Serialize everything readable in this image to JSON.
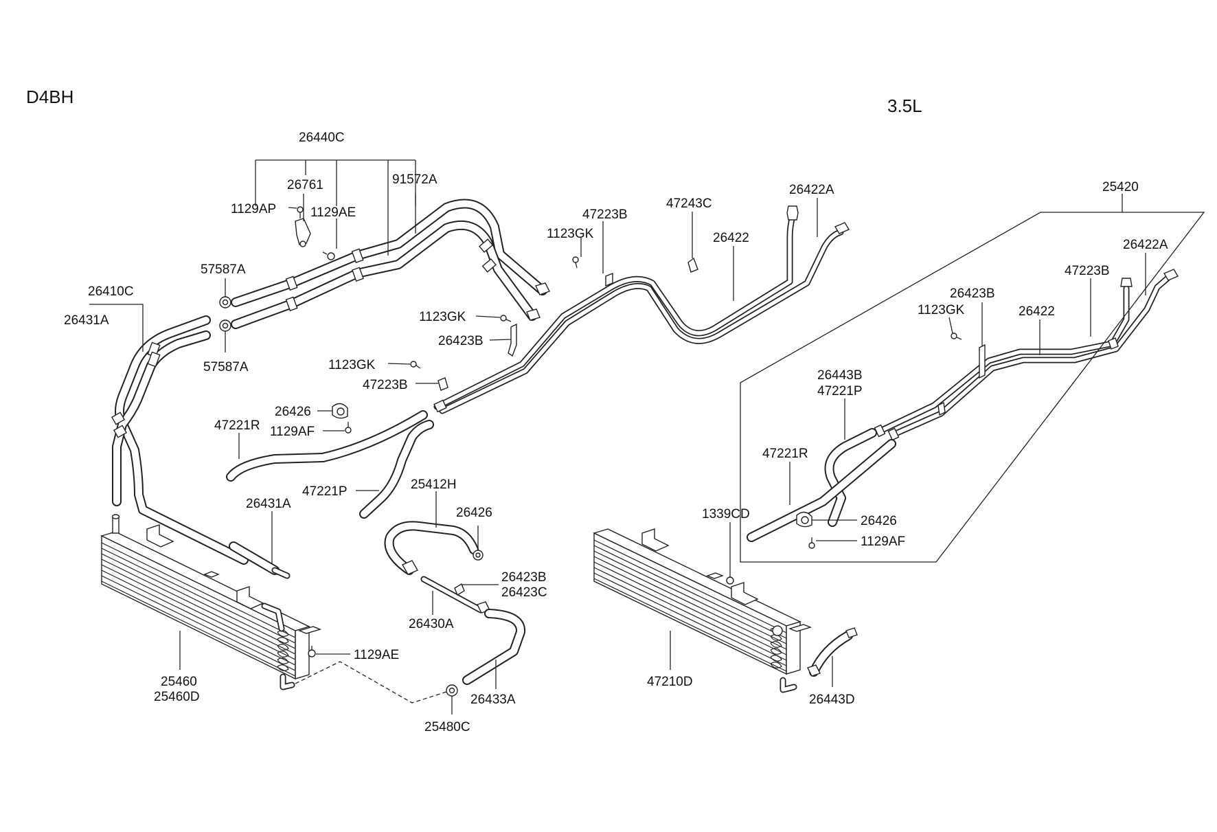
{
  "headers": {
    "left_engine": "D4BH",
    "right_engine": "3.5L"
  },
  "labels": {
    "p26440C": "26440C",
    "p26761": "26761",
    "p91572A": "91572A",
    "p1129AP": "1129AP",
    "p1129AE_top": "1129AE",
    "p57587A_1": "57587A",
    "p57587A_2": "57587A",
    "p26410C": "26410C",
    "p26431A_top": "26431A",
    "p47223B_top": "47223B",
    "p1123GK_1": "1123GK",
    "p47243C": "47243C",
    "p26422A_top": "26422A",
    "p26422_top": "26422",
    "p1123GK_2": "1123GK",
    "p26423B_mid": "26423B",
    "p1123GK_3": "1123GK",
    "p47223B_mid": "47223B",
    "p26426_left": "26426",
    "p47221R_left": "47221R",
    "p1129AF_left": "1129AF",
    "p47221P_left": "47221P",
    "p26431A_bottom": "26431A",
    "p25412H": "25412H",
    "p26426_mid": "26426",
    "p26423B_bottom": "26423B",
    "p26423C": "26423C",
    "p26430A": "26430A",
    "p1129AE_bottom": "1129AE",
    "p25460": "25460",
    "p25460D": "25460D",
    "p26433A": "26433A",
    "p25480C": "25480C",
    "p25420": "25420",
    "p26422A_right": "26422A",
    "p47223B_right": "47223B",
    "p26423B_right": "26423B",
    "p1123GK_right": "1123GK",
    "p26422_right": "26422",
    "p26443B": "26443B",
    "p47221P_right": "47221P",
    "p47221R_right": "47221R",
    "p1339CD": "1339CD",
    "p26426_right": "26426",
    "p1129AF_right": "1129AF",
    "p47210D": "47210D",
    "p26443D": "26443D"
  }
}
